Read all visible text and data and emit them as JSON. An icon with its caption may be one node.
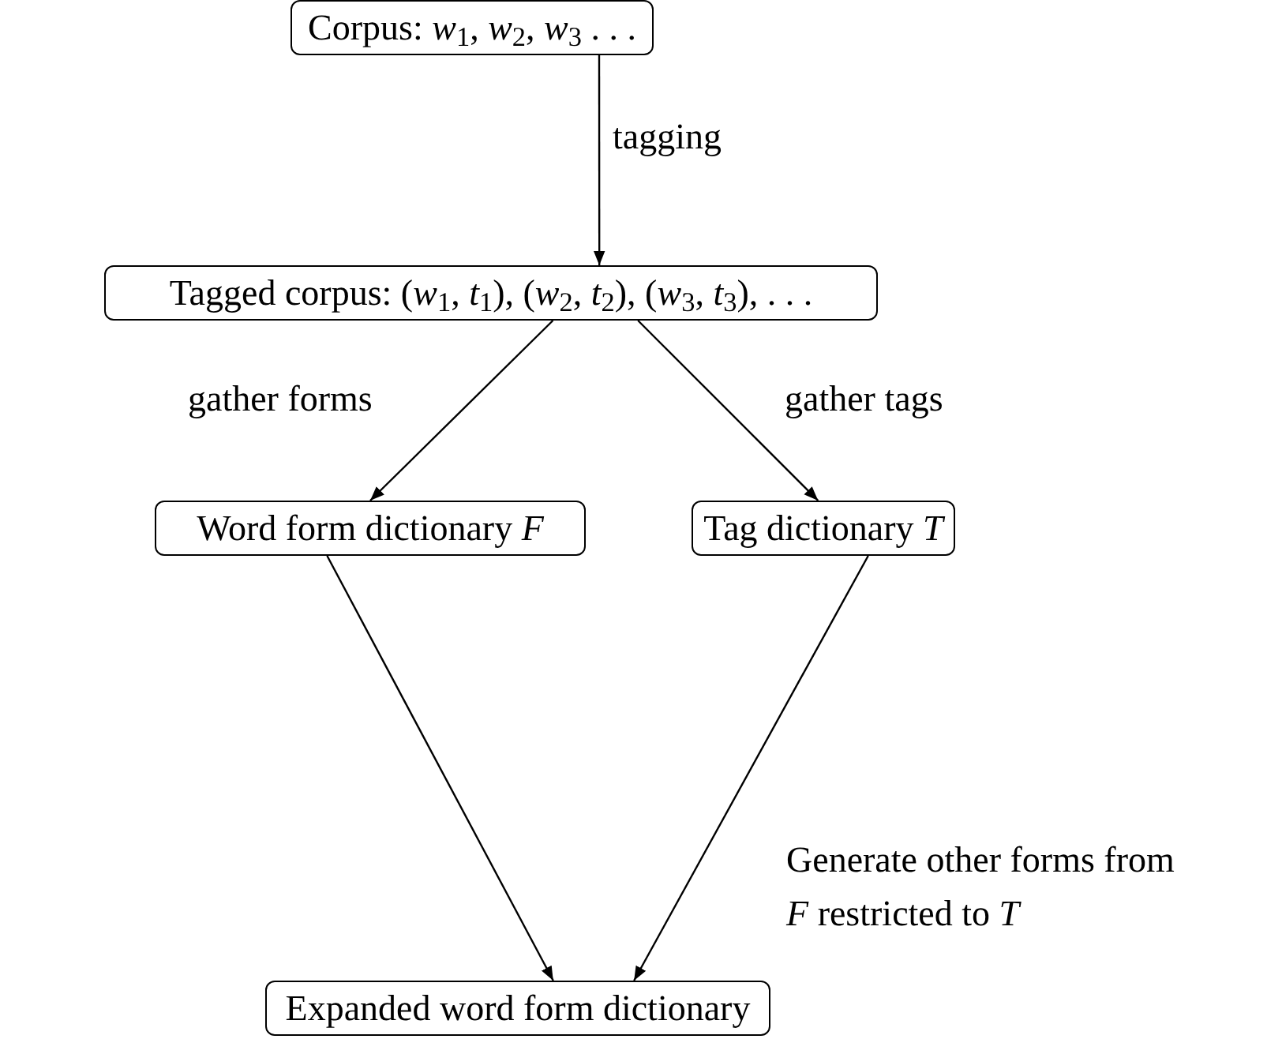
{
  "diagram": {
    "nodes": [
      {
        "text": [
          "Corpus: *w*$_{1}$, *w*$_{2}$, *w*$_{3}$ . . ."
        ]
      },
      {
        "text": [
          "Tagged corpus: (*w*$_{1}$, *t*$_{1}$), (*w*$_{2}$, *t*$_{2}$), (*w*$_{3}$, *t*$_{3}$), . . ."
        ]
      },
      {
        "text": [
          "Word form dictionary *F*"
        ]
      },
      {
        "text": [
          "Tag dictionary *T*"
        ]
      },
      {
        "text": [
          "Expanded word form dictionary"
        ]
      }
    ],
    "edges": [
      {
        "from": 0,
        "to": 1,
        "arrow": "to",
        "label": "tagging"
      },
      {
        "from": 1,
        "to": 2,
        "arrow": "to",
        "label": "gather forms"
      },
      {
        "from": 1,
        "to": 3,
        "arrow": "to",
        "label": "gather tags"
      },
      {
        "from": 2,
        "to": 4,
        "arrow": "to"
      },
      {
        "from": 3,
        "to": 4,
        "arrow": "to",
        "label": "Generate other forms from *F* restricted to *T*"
      }
    ]
  }
}
